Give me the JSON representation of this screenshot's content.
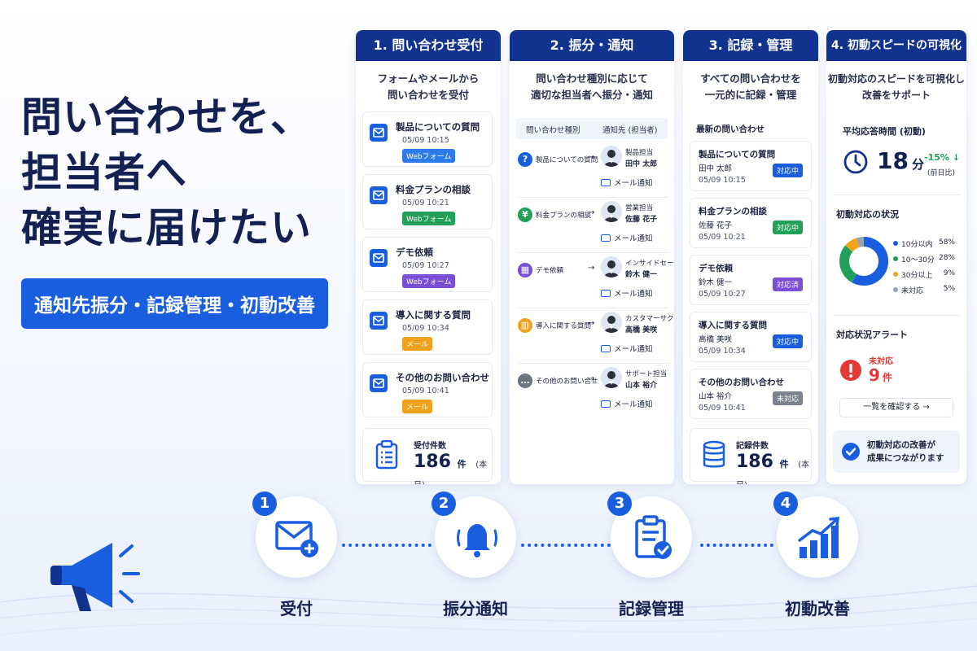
{
  "hero": {
    "line1": "問い合わせを、",
    "line2": "担当者へ",
    "line3": "確実に届けたい",
    "badge": "通知先振分・記録管理・初動改善"
  },
  "card1": {
    "header": "1. 問い合わせ受付",
    "desc1": "フォームやメールから",
    "desc2": "問い合わせを受付",
    "items": [
      {
        "title": "製品についての質問",
        "date": "05/09 10:15",
        "tag": "Webフォーム",
        "tag_color": "#2d7be8"
      },
      {
        "title": "料金プランの相談",
        "date": "05/09 10:21",
        "tag": "Webフォーム",
        "tag_color": "#22a05a"
      },
      {
        "title": "デモ依頼",
        "date": "05/09 10:27",
        "tag": "Webフォーム",
        "tag_color": "#7a4fd6"
      },
      {
        "title": "導入に関する質問",
        "date": "05/09 10:34",
        "tag": "メール",
        "tag_color": "#f0a21c"
      },
      {
        "title": "その他のお問い合わせ",
        "date": "05/09 10:41",
        "tag": "メール",
        "tag_color": "#f0a21c"
      }
    ],
    "count_label": "受付件数",
    "count_value": "186",
    "count_unit": "件",
    "count_sub": "(本日)"
  },
  "card2": {
    "header": "2. 振分・通知",
    "desc1": "問い合わせ種別に応じて",
    "desc2": "適切な担当者へ振分・通知",
    "col1": "問い合わせ種別",
    "col2": "通知先 (担当者)",
    "rows": [
      {
        "category": "製品についての質問",
        "icon": "?",
        "icon_color": "#1a5ee0",
        "role": "製品担当",
        "name": "田中 太郎",
        "notify": "メール通知"
      },
      {
        "category": "料金プランの相談",
        "icon": "¥",
        "icon_color": "#22a05a",
        "role": "営業担当",
        "name": "佐藤 花子",
        "notify": "メール通知"
      },
      {
        "category": "デモ依頼",
        "icon": "▦",
        "icon_color": "#7a4fd6",
        "role": "インサイドセールス",
        "name": "鈴木 健一",
        "notify": "メール通知"
      },
      {
        "category": "導入に関する質問",
        "icon": "▥",
        "icon_color": "#f0a21c",
        "role": "カスタマーサクセス",
        "name": "高橋 美咲",
        "notify": "メール通知"
      },
      {
        "category": "その他のお問い合せ",
        "icon": "…",
        "icon_color": "#6b7280",
        "role": "サポート担当",
        "name": "山本 裕介",
        "notify": "メール通知"
      }
    ]
  },
  "card3": {
    "header": "3. 記録・管理",
    "desc1": "すべての問い合わせを",
    "desc2": "一元的に記録・管理",
    "section": "最新の問い合わせ",
    "items": [
      {
        "title": "製品についての質問",
        "person": "田中 太郎",
        "date": "05/09 10:15",
        "status": "対応中",
        "status_color": "#1a5ee0"
      },
      {
        "title": "料金プランの相談",
        "person": "佐藤 花子",
        "date": "05/09 10:21",
        "status": "対応中",
        "status_color": "#22a05a"
      },
      {
        "title": "デモ依頼",
        "person": "鈴木 健一",
        "date": "05/09 10:27",
        "status": "対応済",
        "status_color": "#7a4fd6"
      },
      {
        "title": "導入に関する質問",
        "person": "高橋 美咲",
        "date": "05/09 10:34",
        "status": "対応中",
        "status_color": "#1a5ee0"
      },
      {
        "title": "その他のお問い合わせ",
        "person": "山本 裕介",
        "date": "05/09 10:41",
        "status": "未対応",
        "status_color": "#7b8190"
      }
    ],
    "count_label": "記録件数",
    "count_value": "186",
    "count_unit": "件",
    "count_sub": "(本日)"
  },
  "card4": {
    "header": "4. 初動スピードの可視化",
    "desc1": "初動対応のスピードを可視化し",
    "desc2": "改善をサポート",
    "avg_title": "平均応答時間 (初動)",
    "avg_value": "18",
    "avg_unit": "分",
    "avg_change": "-15%",
    "avg_change_sub": "(前日比)",
    "status_title": "初動対応の状況",
    "chart_data": {
      "type": "pie",
      "categories": [
        "10分以内",
        "10〜30分",
        "30分以上",
        "未対応"
      ],
      "values": [
        58,
        28,
        9,
        5
      ],
      "labels": [
        "58%",
        "28%",
        "9%",
        "5%"
      ],
      "colors": [
        "#1a5ee0",
        "#22a05a",
        "#f0a21c",
        "#9aa3b5"
      ]
    },
    "alert_title": "対応状況アラート",
    "alert_label": "未対応",
    "alert_value": "9",
    "alert_unit": "件",
    "alert_link": "一覧を確認する →",
    "improve1": "初動対応の改善が",
    "improve2": "成果につながります"
  },
  "steps": [
    {
      "num": "1",
      "label": "受付"
    },
    {
      "num": "2",
      "label": "振分通知"
    },
    {
      "num": "3",
      "label": "記録管理"
    },
    {
      "num": "4",
      "label": "初動改善"
    }
  ],
  "colors": {
    "navy": "#11338f",
    "blue": "#1a5ee0",
    "alert": "#e53935",
    "up_green": "#22a05a"
  }
}
